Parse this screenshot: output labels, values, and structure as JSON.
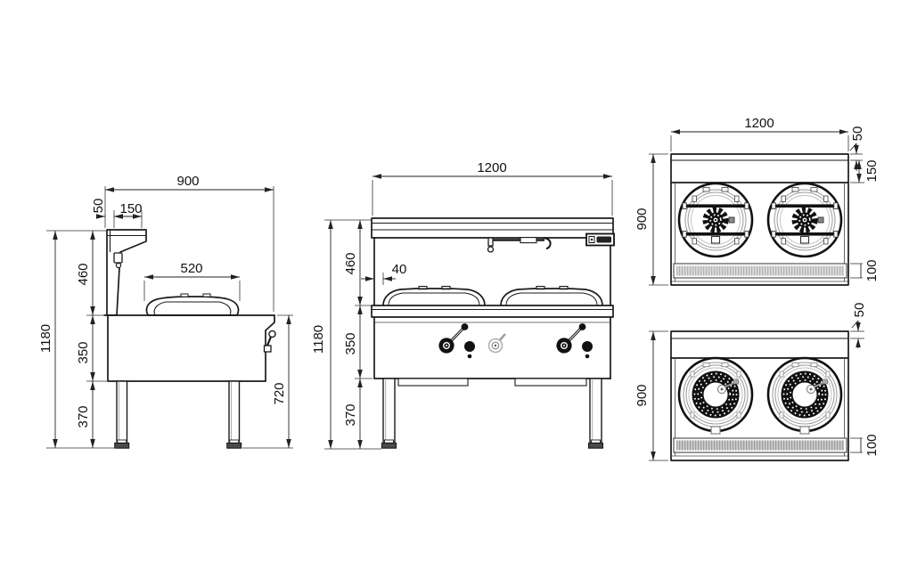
{
  "drawing": {
    "title": "double-wok-cooker-dimension-drawing",
    "background": "#ffffff",
    "line_color": "#1a1a1a",
    "dim_color": "#222222",
    "gray_detail_color": "#9a9a9a",
    "views": {
      "side": {
        "name": "side-elevation",
        "dims": {
          "overall_width": "900",
          "rear_gap": "50",
          "shelf_depth": "150",
          "upper_height": "460",
          "wok_opening": "520",
          "overall_height": "1180",
          "body_height": "350",
          "leg_height": "370",
          "worktop_height": "720"
        }
      },
      "front": {
        "name": "front-elevation",
        "dims": {
          "overall_width": "1200",
          "upper_height": "460",
          "ring_offset": "40",
          "overall_height": "1180",
          "body_height": "350",
          "leg_height": "370"
        }
      },
      "plan_jet": {
        "name": "plan-view-jet-burners",
        "dims": {
          "overall_width": "1200",
          "rear_gap": "50",
          "shelf_depth": "150",
          "overall_depth": "900",
          "drain_width": "100"
        }
      },
      "plan_ring": {
        "name": "plan-view-ring-burners",
        "dims": {
          "rear_gap": "50",
          "overall_depth": "900",
          "drain_width": "100"
        }
      }
    }
  }
}
